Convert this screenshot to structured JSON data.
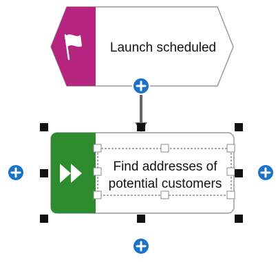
{
  "event": {
    "label": "Launch scheduled",
    "accent_color": "#b5247e",
    "icon": "flag-icon"
  },
  "function": {
    "label_line1": "Find addresses of",
    "label_line2": "potential customers",
    "accent_color": "#2e8b2e",
    "icon": "fast-forward-icon"
  },
  "connector": {
    "color": "#666666"
  },
  "add_button": {
    "color": "#1a73c8",
    "icon": "plus-icon"
  }
}
